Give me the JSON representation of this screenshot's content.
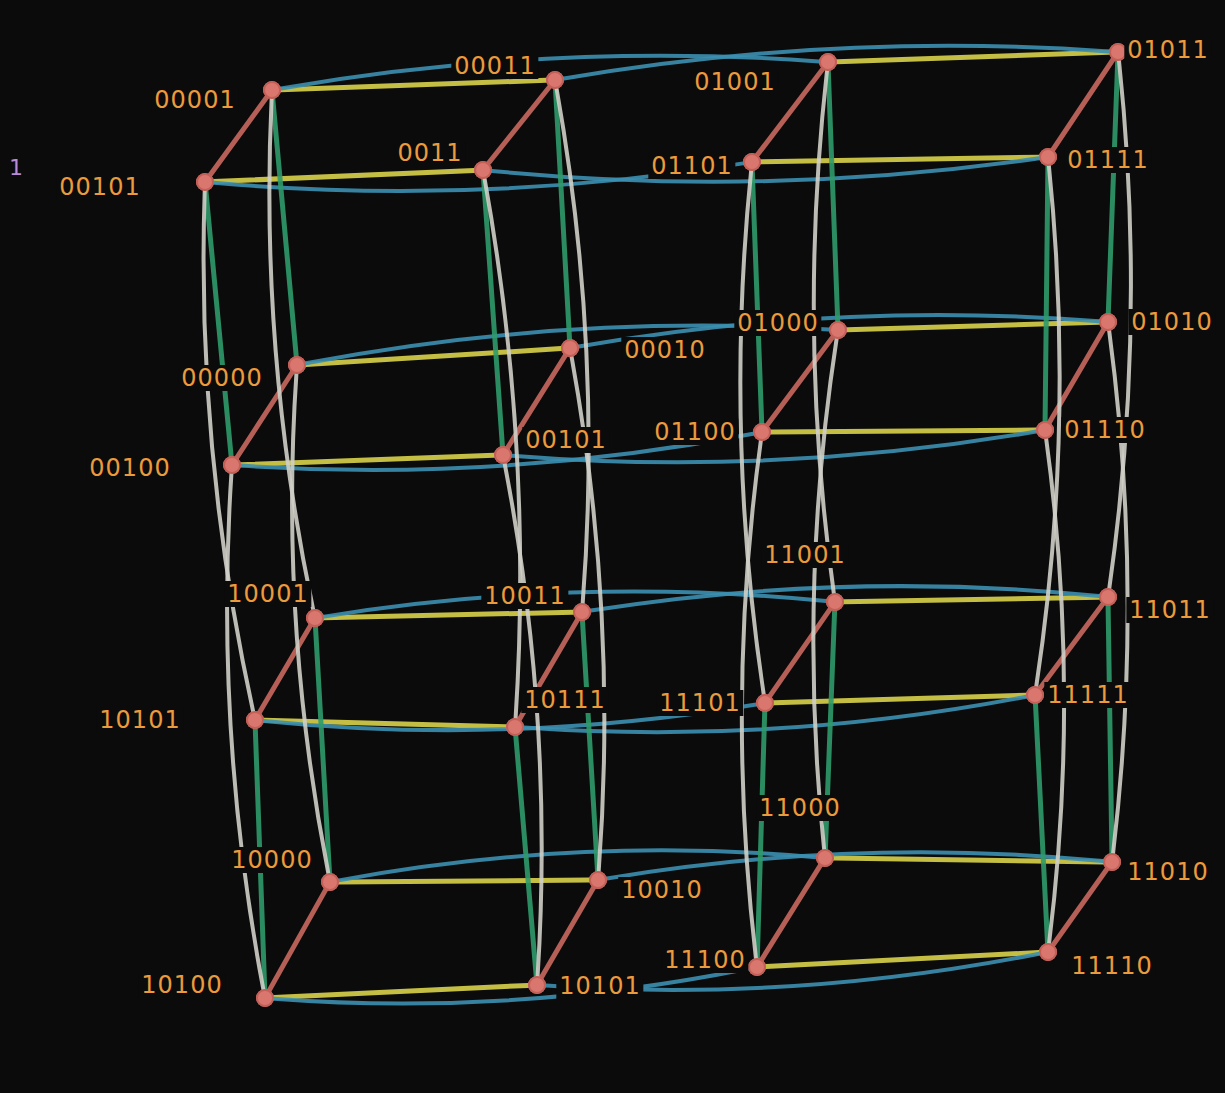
{
  "diagram": {
    "nodes": [
      {
        "text": [
          "00001"
        ]
      },
      {
        "text": [
          "00011"
        ]
      },
      {
        "text": [
          "01001"
        ]
      },
      {
        "text": [
          "01011"
        ]
      },
      {
        "text": [
          "00101"
        ]
      },
      {
        "text": [
          "0011"
        ]
      },
      {
        "text": [
          "01101"
        ]
      },
      {
        "text": [
          "01111"
        ]
      },
      {
        "text": [
          "00000"
        ]
      },
      {
        "text": [
          "00010"
        ]
      },
      {
        "text": [
          "01000"
        ]
      },
      {
        "text": [
          "01010"
        ]
      },
      {
        "text": [
          "00100"
        ]
      },
      {
        "text": [
          "00101"
        ]
      },
      {
        "text": [
          "01100"
        ]
      },
      {
        "text": [
          "01110"
        ]
      },
      {
        "text": [
          "10001"
        ]
      },
      {
        "text": [
          "10011"
        ]
      },
      {
        "text": [
          "11001"
        ]
      },
      {
        "text": [
          "11011"
        ]
      },
      {
        "text": [
          "10101"
        ]
      },
      {
        "text": [
          "10111"
        ]
      },
      {
        "text": [
          "11101"
        ]
      },
      {
        "text": [
          "11111"
        ]
      },
      {
        "text": [
          "10000"
        ]
      },
      {
        "text": [
          "10010"
        ]
      },
      {
        "text": [
          "11000"
        ]
      },
      {
        "text": [
          "11010"
        ]
      },
      {
        "text": [
          "10100"
        ]
      },
      {
        "text": [
          "10101"
        ]
      },
      {
        "text": [
          "11100"
        ]
      },
      {
        "text": [
          "11110"
        ]
      }
    ],
    "edges": [
      {
        "from": 0,
        "to": 1,
        "arrow": "none"
      },
      {
        "from": 2,
        "to": 3,
        "arrow": "none"
      },
      {
        "from": 4,
        "to": 5,
        "arrow": "none"
      },
      {
        "from": 6,
        "to": 7,
        "arrow": "none"
      },
      {
        "from": 8,
        "to": 9,
        "arrow": "none"
      },
      {
        "from": 10,
        "to": 11,
        "arrow": "none"
      },
      {
        "from": 12,
        "to": 13,
        "arrow": "none"
      },
      {
        "from": 14,
        "to": 15,
        "arrow": "none"
      },
      {
        "from": 16,
        "to": 17,
        "arrow": "none"
      },
      {
        "from": 18,
        "to": 19,
        "arrow": "none"
      },
      {
        "from": 20,
        "to": 21,
        "arrow": "none"
      },
      {
        "from": 22,
        "to": 23,
        "arrow": "none"
      },
      {
        "from": 24,
        "to": 25,
        "arrow": "none"
      },
      {
        "from": 26,
        "to": 27,
        "arrow": "none"
      },
      {
        "from": 28,
        "to": 29,
        "arrow": "none"
      },
      {
        "from": 30,
        "to": 31,
        "arrow": "none"
      },
      {
        "from": 0,
        "to": 2,
        "arrow": "none"
      },
      {
        "from": 1,
        "to": 3,
        "arrow": "none"
      },
      {
        "from": 4,
        "to": 6,
        "arrow": "none"
      },
      {
        "from": 5,
        "to": 7,
        "arrow": "none"
      },
      {
        "from": 8,
        "to": 10,
        "arrow": "none"
      },
      {
        "from": 9,
        "to": 11,
        "arrow": "none"
      },
      {
        "from": 12,
        "to": 14,
        "arrow": "none"
      },
      {
        "from": 13,
        "to": 15,
        "arrow": "none"
      },
      {
        "from": 16,
        "to": 18,
        "arrow": "none"
      },
      {
        "from": 17,
        "to": 19,
        "arrow": "none"
      },
      {
        "from": 20,
        "to": 22,
        "arrow": "none"
      },
      {
        "from": 21,
        "to": 23,
        "arrow": "none"
      },
      {
        "from": 24,
        "to": 26,
        "arrow": "none"
      },
      {
        "from": 25,
        "to": 27,
        "arrow": "none"
      },
      {
        "from": 28,
        "to": 30,
        "arrow": "none"
      },
      {
        "from": 29,
        "to": 31,
        "arrow": "none"
      },
      {
        "from": 0,
        "to": 4,
        "arrow": "none"
      },
      {
        "from": 1,
        "to": 5,
        "arrow": "none"
      },
      {
        "from": 2,
        "to": 6,
        "arrow": "none"
      },
      {
        "from": 3,
        "to": 7,
        "arrow": "none"
      },
      {
        "from": 8,
        "to": 12,
        "arrow": "none"
      },
      {
        "from": 9,
        "to": 13,
        "arrow": "none"
      },
      {
        "from": 10,
        "to": 14,
        "arrow": "none"
      },
      {
        "from": 11,
        "to": 15,
        "arrow": "none"
      },
      {
        "from": 16,
        "to": 20,
        "arrow": "none"
      },
      {
        "from": 17,
        "to": 21,
        "arrow": "none"
      },
      {
        "from": 18,
        "to": 22,
        "arrow": "none"
      },
      {
        "from": 19,
        "to": 23,
        "arrow": "none"
      },
      {
        "from": 24,
        "to": 28,
        "arrow": "none"
      },
      {
        "from": 25,
        "to": 29,
        "arrow": "none"
      },
      {
        "from": 26,
        "to": 30,
        "arrow": "none"
      },
      {
        "from": 27,
        "to": 31,
        "arrow": "none"
      },
      {
        "from": 0,
        "to": 8,
        "arrow": "none"
      },
      {
        "from": 1,
        "to": 9,
        "arrow": "none"
      },
      {
        "from": 2,
        "to": 10,
        "arrow": "none"
      },
      {
        "from": 3,
        "to": 11,
        "arrow": "none"
      },
      {
        "from": 4,
        "to": 12,
        "arrow": "none"
      },
      {
        "from": 5,
        "to": 13,
        "arrow": "none"
      },
      {
        "from": 6,
        "to": 14,
        "arrow": "none"
      },
      {
        "from": 7,
        "to": 15,
        "arrow": "none"
      },
      {
        "from": 16,
        "to": 24,
        "arrow": "none"
      },
      {
        "from": 17,
        "to": 25,
        "arrow": "none"
      },
      {
        "from": 18,
        "to": 26,
        "arrow": "none"
      },
      {
        "from": 19,
        "to": 27,
        "arrow": "none"
      },
      {
        "from": 20,
        "to": 28,
        "arrow": "none"
      },
      {
        "from": 21,
        "to": 29,
        "arrow": "none"
      },
      {
        "from": 22,
        "to": 30,
        "arrow": "none"
      },
      {
        "from": 23,
        "to": 31,
        "arrow": "none"
      },
      {
        "from": 0,
        "to": 16,
        "arrow": "none"
      },
      {
        "from": 1,
        "to": 17,
        "arrow": "none"
      },
      {
        "from": 2,
        "to": 18,
        "arrow": "none"
      },
      {
        "from": 3,
        "to": 19,
        "arrow": "none"
      },
      {
        "from": 4,
        "to": 20,
        "arrow": "none"
      },
      {
        "from": 5,
        "to": 21,
        "arrow": "none"
      },
      {
        "from": 6,
        "to": 22,
        "arrow": "none"
      },
      {
        "from": 7,
        "to": 23,
        "arrow": "none"
      },
      {
        "from": 8,
        "to": 24,
        "arrow": "none"
      },
      {
        "from": 9,
        "to": 25,
        "arrow": "none"
      },
      {
        "from": 10,
        "to": 26,
        "arrow": "none"
      },
      {
        "from": 11,
        "to": 27,
        "arrow": "none"
      },
      {
        "from": 12,
        "to": 28,
        "arrow": "none"
      },
      {
        "from": 13,
        "to": 29,
        "arrow": "none"
      },
      {
        "from": 14,
        "to": 30,
        "arrow": "none"
      },
      {
        "from": 15,
        "to": 31,
        "arrow": "none"
      }
    ],
    "labels": [
      "1"
    ]
  }
}
